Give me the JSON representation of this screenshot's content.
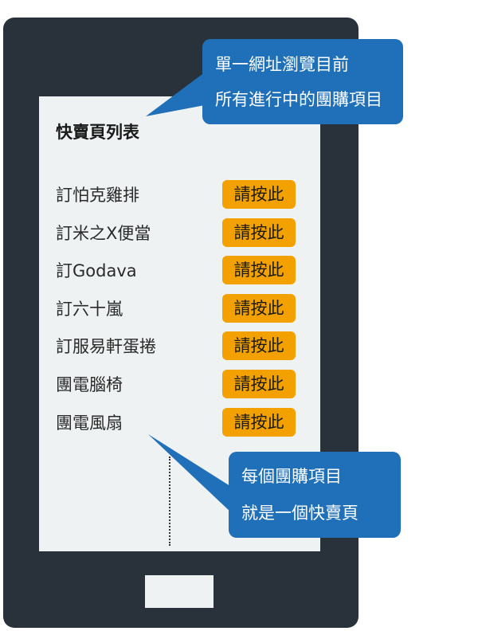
{
  "page_title": "快賣頁列表",
  "items": [
    {
      "label": "訂怕克雞排",
      "button": "請按此"
    },
    {
      "label": "訂米之X便當",
      "button": "請按此"
    },
    {
      "label": "訂Godava",
      "button": "請按此"
    },
    {
      "label": "訂六十嵐",
      "button": "請按此"
    },
    {
      "label": "訂服易軒蛋捲",
      "button": "請按此"
    },
    {
      "label": "團電腦椅",
      "button": "請按此"
    },
    {
      "label": "團電風扇",
      "button": "請按此"
    }
  ],
  "callouts": {
    "top": {
      "line1": "單一網址瀏覽目前",
      "line2": "所有進行中的團購項目"
    },
    "bottom": {
      "line1": "每個團購項目",
      "line2": "就是一個快賣頁"
    }
  },
  "colors": {
    "device": "#29323b",
    "screen": "#eef2f2",
    "button": "#f2a100",
    "callout": "#1f70b8"
  }
}
